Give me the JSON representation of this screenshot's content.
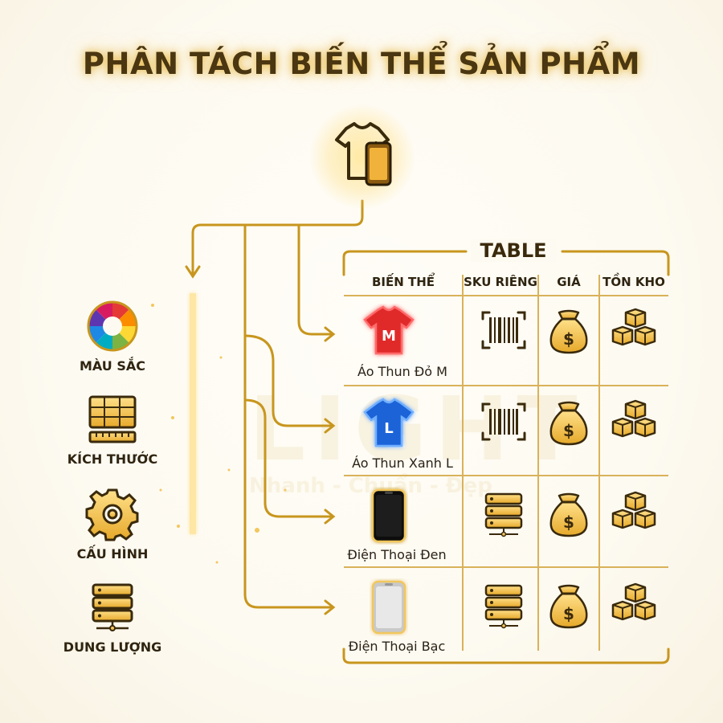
{
  "title": "PHÂN TÁCH BIẾN THỂ SẢN PHẨM",
  "hub": {
    "icons": [
      "tshirt-icon",
      "smartphone-icon"
    ]
  },
  "attributes": [
    {
      "label": "MÀU SẮC",
      "icon": "color-wheel-icon"
    },
    {
      "label": "KÍCH THƯỚC",
      "icon": "size-chart-icon"
    },
    {
      "label": "CẤU HÌNH",
      "icon": "gear-icon"
    },
    {
      "label": "DUNG LƯỢNG",
      "icon": "server-storage-icon"
    }
  ],
  "table": {
    "heading": "TABLE",
    "columns": [
      "BIẾN THỂ",
      "SKU RIÊNG",
      "GIÁ",
      "TỒN KHO"
    ],
    "rows": [
      {
        "variant": "Áo Thun Đỏ M",
        "badge": "M",
        "variant_icon": "tshirt-icon",
        "color": "#e02a2a",
        "sku_icon": "barcode-icon",
        "price_icon": "money-bag-icon",
        "stock_icon": "boxes-icon"
      },
      {
        "variant": "Áo Thun Xanh L",
        "badge": "L",
        "variant_icon": "tshirt-icon",
        "color": "#1f63d8",
        "sku_icon": "barcode-icon",
        "price_icon": "money-bag-icon",
        "stock_icon": "boxes-icon"
      },
      {
        "variant": "Điện Thoại Đen",
        "variant_icon": "smartphone-icon",
        "color": "#111111",
        "sku_icon": "server-icon",
        "price_icon": "money-bag-icon",
        "stock_icon": "boxes-icon"
      },
      {
        "variant": "Điện Thoại Bạc",
        "variant_icon": "smartphone-icon",
        "color": "#c9c9c9",
        "sku_icon": "server-icon",
        "price_icon": "money-bag-icon",
        "stock_icon": "boxes-icon"
      }
    ]
  },
  "watermark": {
    "brand": "LIGHT",
    "slogan": "Nhanh - Chuẩn - Đẹp"
  },
  "colors": {
    "gold": "#c8961e",
    "gold_light": "#f2c75c",
    "dark_text": "#2f2410"
  }
}
